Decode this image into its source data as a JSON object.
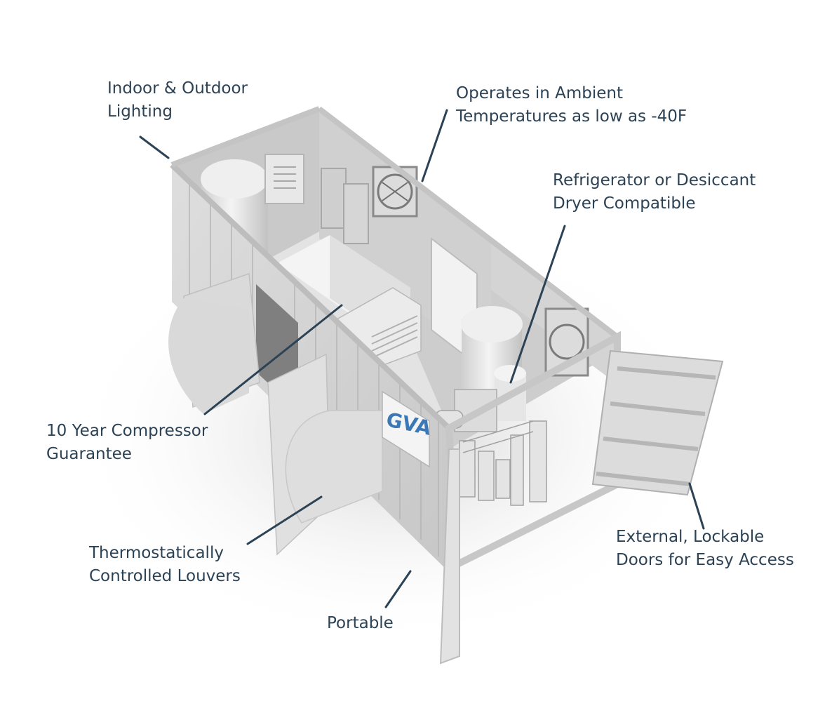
{
  "diagram": {
    "subject": "containerized compressor enclosure",
    "logo_text": "GVA",
    "colors": {
      "label_text": "#2c4255",
      "leader_line": "#2c4255",
      "container": "#d7d7d7",
      "background": "#ffffff",
      "logo_blue": "#3b78b5"
    },
    "callouts": [
      {
        "id": "lighting",
        "lines": [
          "Indoor & Outdoor",
          "Lighting"
        ]
      },
      {
        "id": "ambient",
        "lines": [
          "Operates in Ambient",
          "Temperatures as low as -40F"
        ]
      },
      {
        "id": "dryer",
        "lines": [
          "Refrigerator or Desiccant",
          "Dryer Compatible"
        ]
      },
      {
        "id": "guarantee",
        "lines": [
          "10 Year Compressor",
          "Guarantee"
        ]
      },
      {
        "id": "louvers",
        "lines": [
          "Thermostatically",
          "Controlled Louvers"
        ]
      },
      {
        "id": "portable",
        "lines": [
          "Portable"
        ]
      },
      {
        "id": "doors",
        "lines": [
          "External, Lockable",
          "Doors for Easy Access"
        ]
      }
    ]
  }
}
